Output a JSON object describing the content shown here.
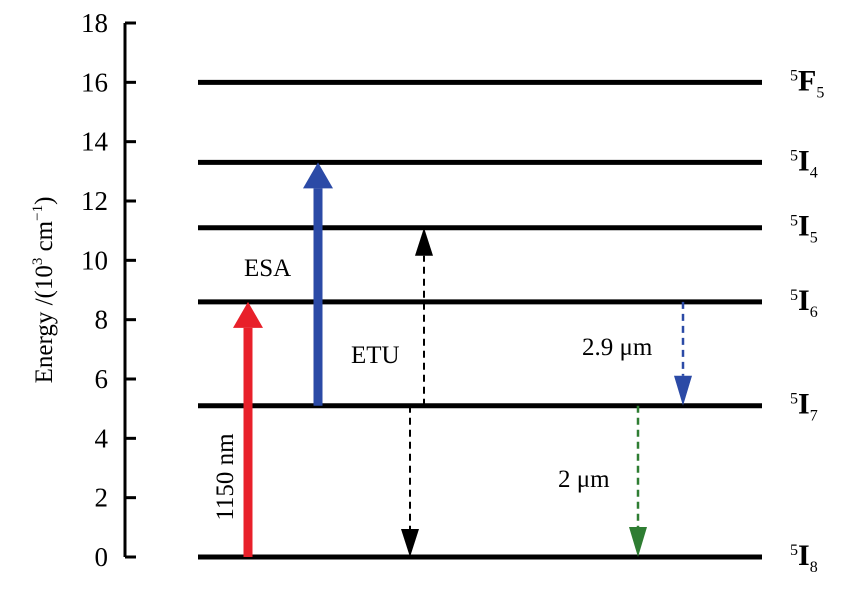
{
  "axis": {
    "title_prefix": "Energy /(10",
    "title_exp1": "3",
    "title_mid": " cm",
    "title_exp2": "−1",
    "title_suffix": ")",
    "ticks": [
      "0",
      "2",
      "4",
      "6",
      "8",
      "10",
      "12",
      "14",
      "16",
      "18"
    ],
    "range": [
      0,
      18
    ]
  },
  "levels": [
    {
      "id": "5I8",
      "sup": "5",
      "main": "I",
      "sub": "8",
      "energy": 0
    },
    {
      "id": "5I7",
      "sup": "5",
      "main": "I",
      "sub": "7",
      "energy": 5.1
    },
    {
      "id": "5I6",
      "sup": "5",
      "main": "I",
      "sub": "6",
      "energy": 8.6
    },
    {
      "id": "5I5",
      "sup": "5",
      "main": "I",
      "sub": "5",
      "energy": 11.1
    },
    {
      "id": "5I4",
      "sup": "5",
      "main": "I",
      "sub": "4",
      "energy": 13.3
    },
    {
      "id": "5F5",
      "sup": "5",
      "main": "F",
      "sub": "5",
      "energy": 16.0
    }
  ],
  "transitions": [
    {
      "id": "pump-1150",
      "from": 0,
      "to": 8.6,
      "style": "solid",
      "color": "#e8202a"
    },
    {
      "id": "esa",
      "from": 5.1,
      "to": 13.3,
      "style": "solid",
      "color": "#2b4aa6"
    },
    {
      "id": "etu-up",
      "from": 5.1,
      "to": 11.1,
      "style": "dashed",
      "color": "#000000"
    },
    {
      "id": "etu-down",
      "from": 5.1,
      "to": 0,
      "style": "dashed",
      "color": "#000000"
    },
    {
      "id": "emission-2.9um",
      "from": 8.6,
      "to": 5.1,
      "style": "dashed",
      "color": "#2b4aa6"
    },
    {
      "id": "emission-2um",
      "from": 5.1,
      "to": 0,
      "style": "dashed",
      "color": "#2e7d32"
    }
  ],
  "labels": {
    "pump": "1150 nm",
    "esa": "ESA",
    "etu": "ETU",
    "emission_29": "2.9 μm",
    "emission_2": "2 μm"
  }
}
